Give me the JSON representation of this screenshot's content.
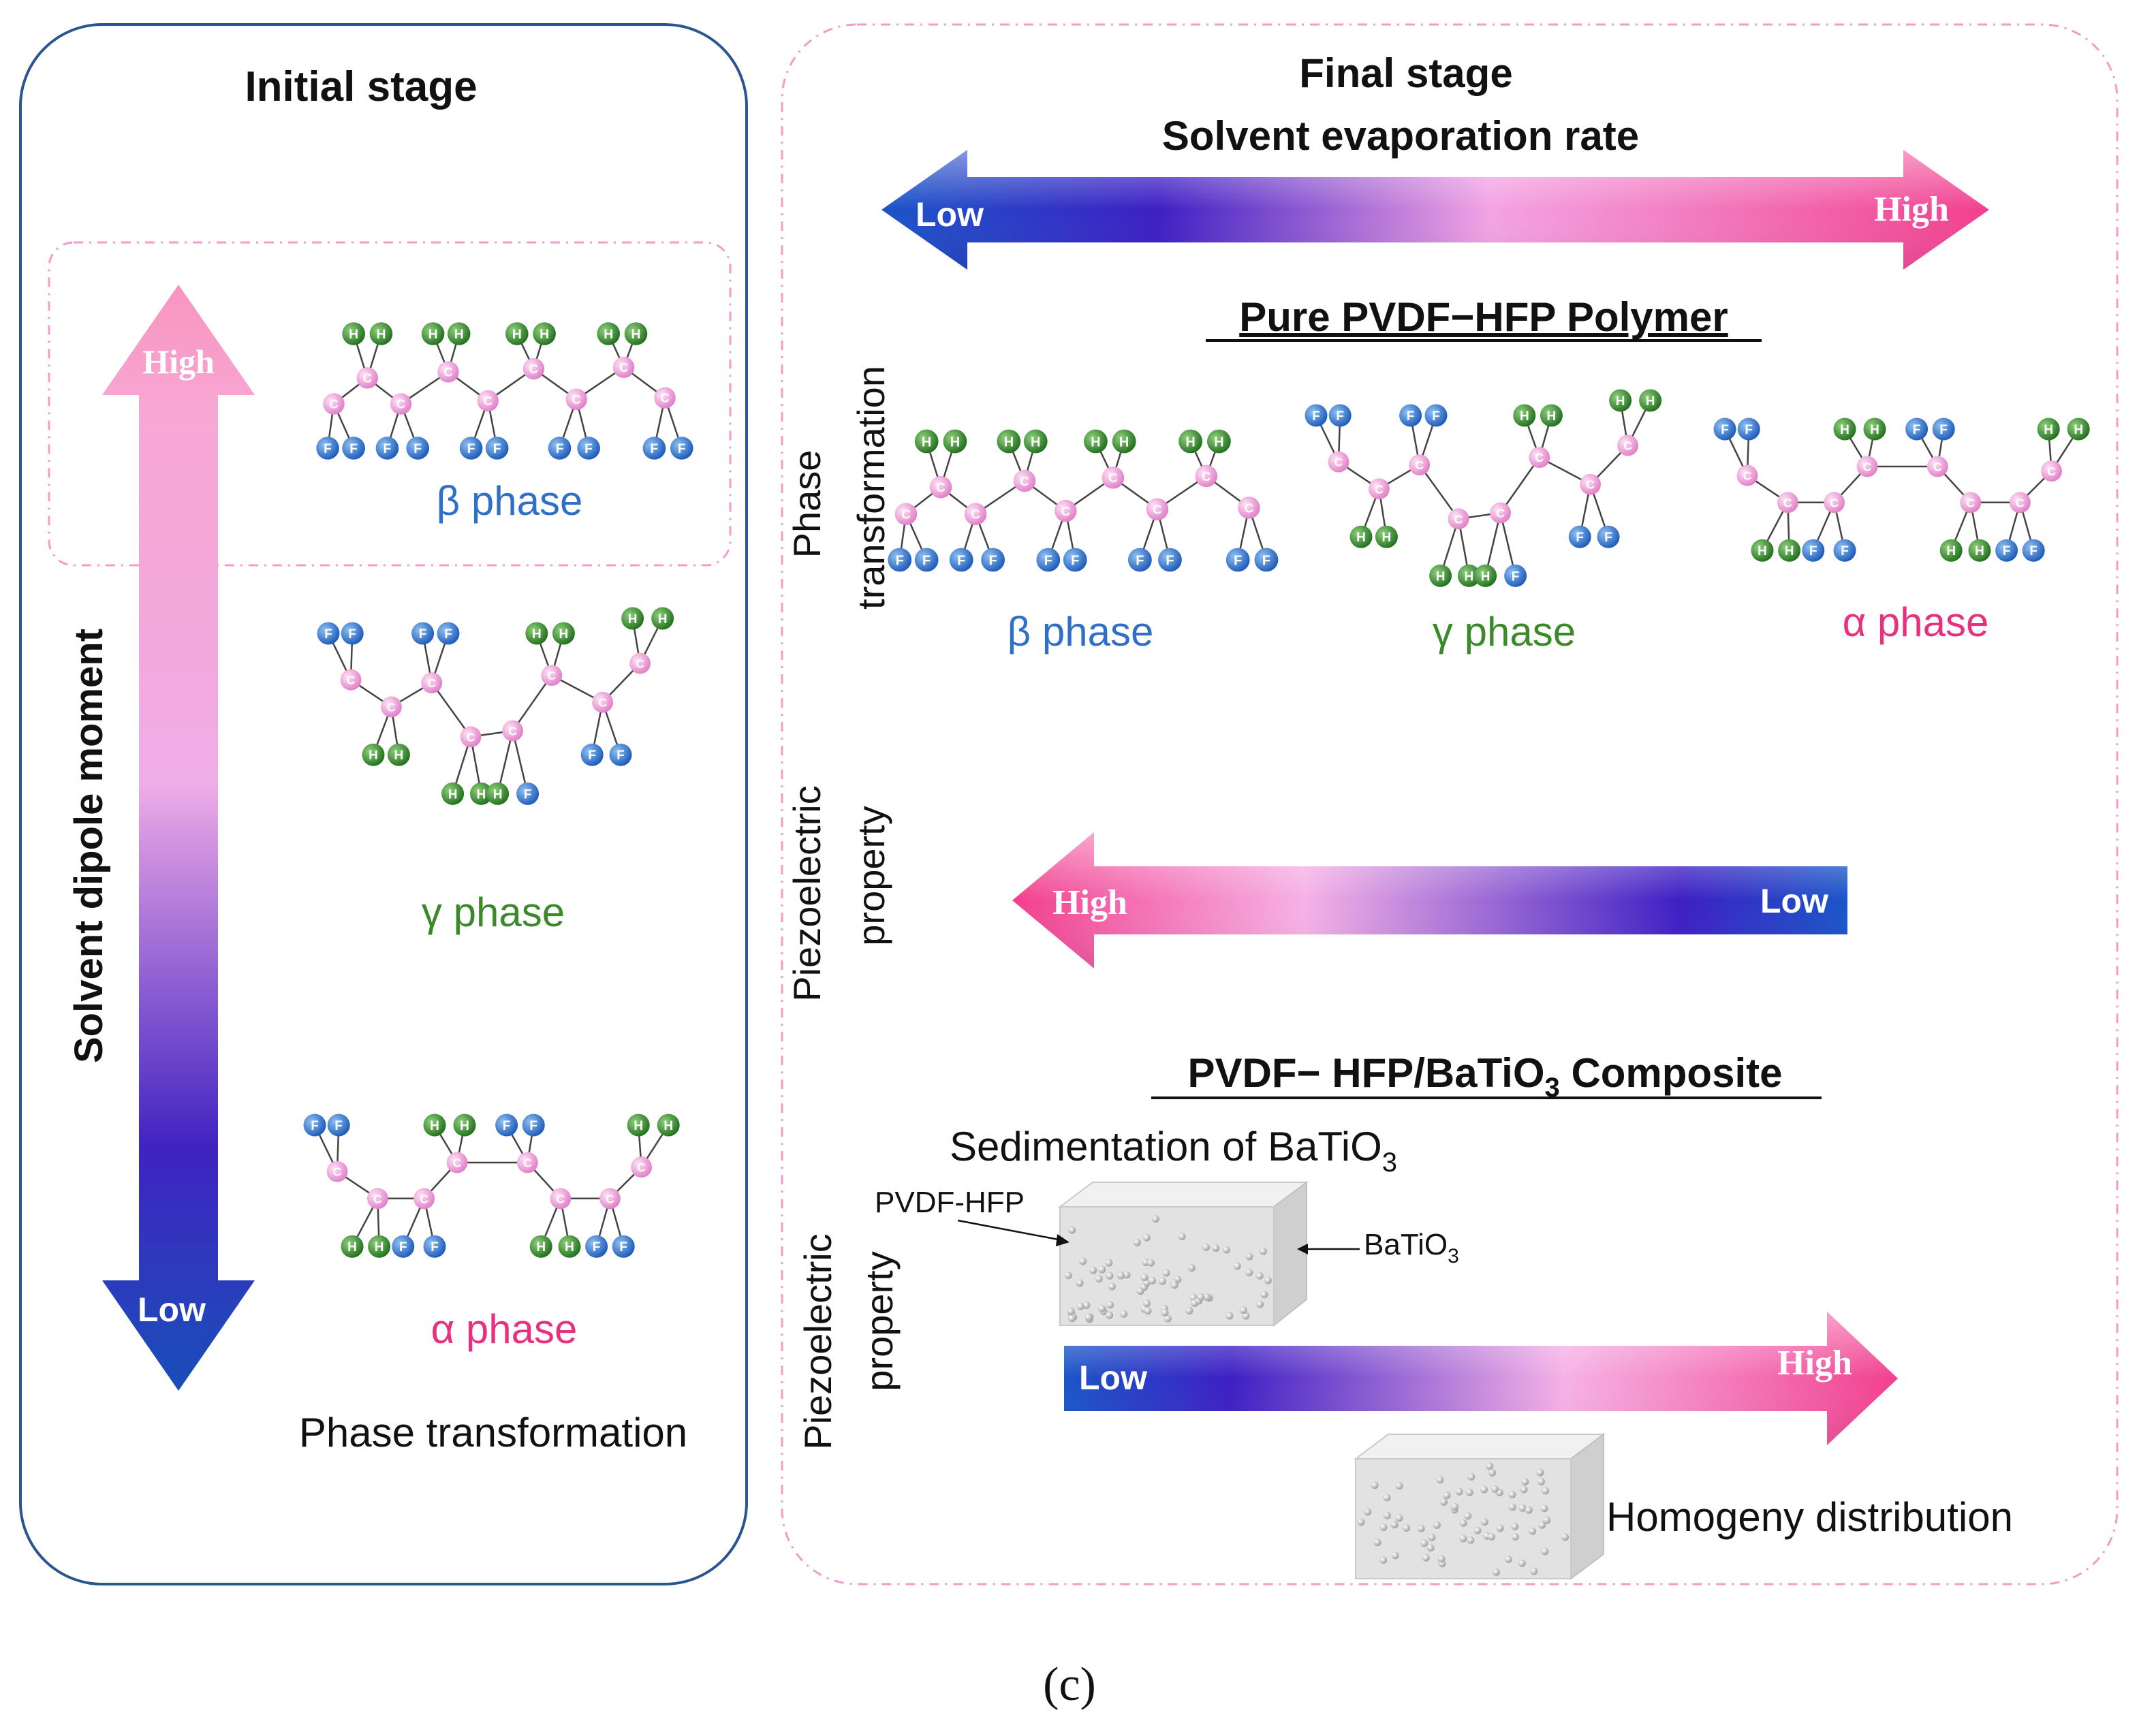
{
  "left_panel": {
    "title": "Initial stage",
    "axis_label": "Solvent dipole moment",
    "arrow_high": "High",
    "arrow_low": "Low",
    "beta_label": "β phase",
    "gamma_label": "γ phase",
    "alpha_label": "α phase",
    "footer": "Phase transformation"
  },
  "right_panel": {
    "title": "Final stage",
    "subtitle": "Solvent evaporation rate",
    "arrow_low": "Low",
    "arrow_high": "High",
    "pure_title": "Pure PVDF−HFP Polymer",
    "phase_axis_line1": "Phase",
    "phase_axis_line2": "transformation",
    "beta_label": "β phase",
    "gamma_label": "γ phase",
    "alpha_label": "α phase",
    "piezo1_line1": "Piezoelectric",
    "piezo1_line2": "property",
    "piezo1_high": "High",
    "piezo1_low": "Low",
    "composite_title_a": "PVDF− HFP/BaTiO",
    "composite_title_sub": "3",
    "composite_title_b": " Composite",
    "sediment_a": "Sedimentation of BaTiO",
    "sediment_sub": "3",
    "pvdf_hfp_label": "PVDF-HFP",
    "batio_label_a": "BaTiO",
    "batio_label_sub": "3",
    "piezo2_line1": "Piezoelectric",
    "piezo2_line2": "property",
    "piezo2_low": "Low",
    "piezo2_high": "High",
    "homogeny": "Homogeny distribution"
  },
  "atoms": {
    "carbon": "C",
    "hydrogen": "H",
    "fluorine": "F"
  },
  "caption": "(c)",
  "colors": {
    "blue_dark": "#1a55c8",
    "violet": "#3d1fc4",
    "pink_light": "#f3a3e3",
    "pink_hot": "#f23f8d",
    "beta_text": "#2f6fc7",
    "gamma_text": "#3a8a2a",
    "alpha_text": "#e8307e",
    "left_border": "#2b5591",
    "right_border": "#f39bc9",
    "atom_c": "#ef9ad8",
    "atom_h": "#2f8f2a",
    "atom_f": "#2c73d2"
  }
}
